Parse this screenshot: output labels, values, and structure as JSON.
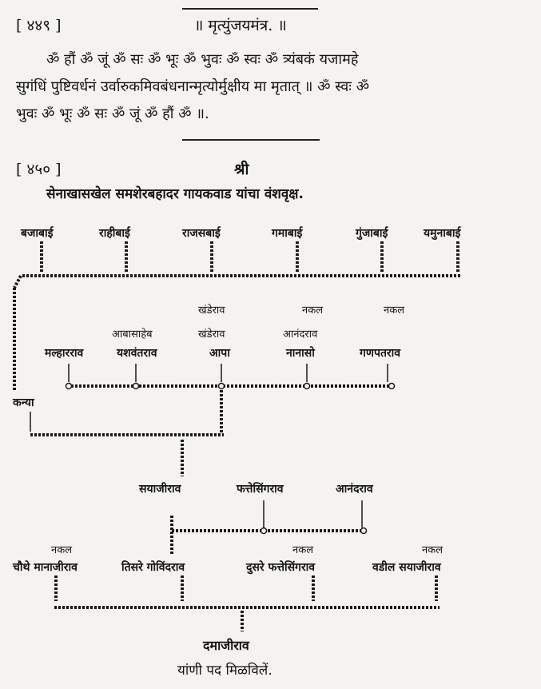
{
  "section1": {
    "number": "[ ४४९ ]",
    "title": "॥ मृत्युंजयमंत्र. ॥",
    "lines": [
      "ॐ हौं ॐ जूं ॐ सः ॐ भूः ॐ भुवः ॐ स्वः ॐ त्र्यंबकं यजामहे",
      "सुगंधिं पुष्टिवर्धनं उर्वारुकमिवबंधनान्मृत्योर्मुक्षीय मा मृतात् ॥ ॐ स्वः ॐ",
      "भुवः ॐ भूः ॐ सः ॐ जूं ॐ हौं ॐ ॥."
    ]
  },
  "section2": {
    "number": "[ ४५० ]",
    "shri": "श्री",
    "heading": "सेनाखासखेल समशेरबहादर गायकवाड यांचा वंशवृक्ष.",
    "gen1": [
      "बजाबाई",
      "राहीबाई",
      "राजसबाई",
      "गमाबाई",
      "गुंजाबाई",
      "यमुनाबाई"
    ],
    "gen2_notes": {
      "khanderao_top": "खंडेराव",
      "nakal1": "नकल",
      "nakal2": "नकल"
    },
    "gen2_prefix": {
      "abasaheb": "आबासाहेब",
      "khanderao": "खंडेराव",
      "anandrao": "आनंदराव"
    },
    "gen2": [
      "मल्हारराव",
      "यशवंतराव",
      "आपा",
      "नानासो",
      "गणपतराव"
    ],
    "kanya": "कन्या",
    "gen3": [
      "सयाजीराव",
      "फत्तेसिंगराव",
      "आनंदराव"
    ],
    "gen4_nakal": "नकल",
    "gen4": [
      "चौथे मानाजीराव",
      "तिसरे गोविंदराव",
      "दुसरे फत्तेसिंगराव",
      "वडील सयाजीराव"
    ],
    "root": "दमाजीराव",
    "footer": "यांणी पद मिळविलें."
  }
}
